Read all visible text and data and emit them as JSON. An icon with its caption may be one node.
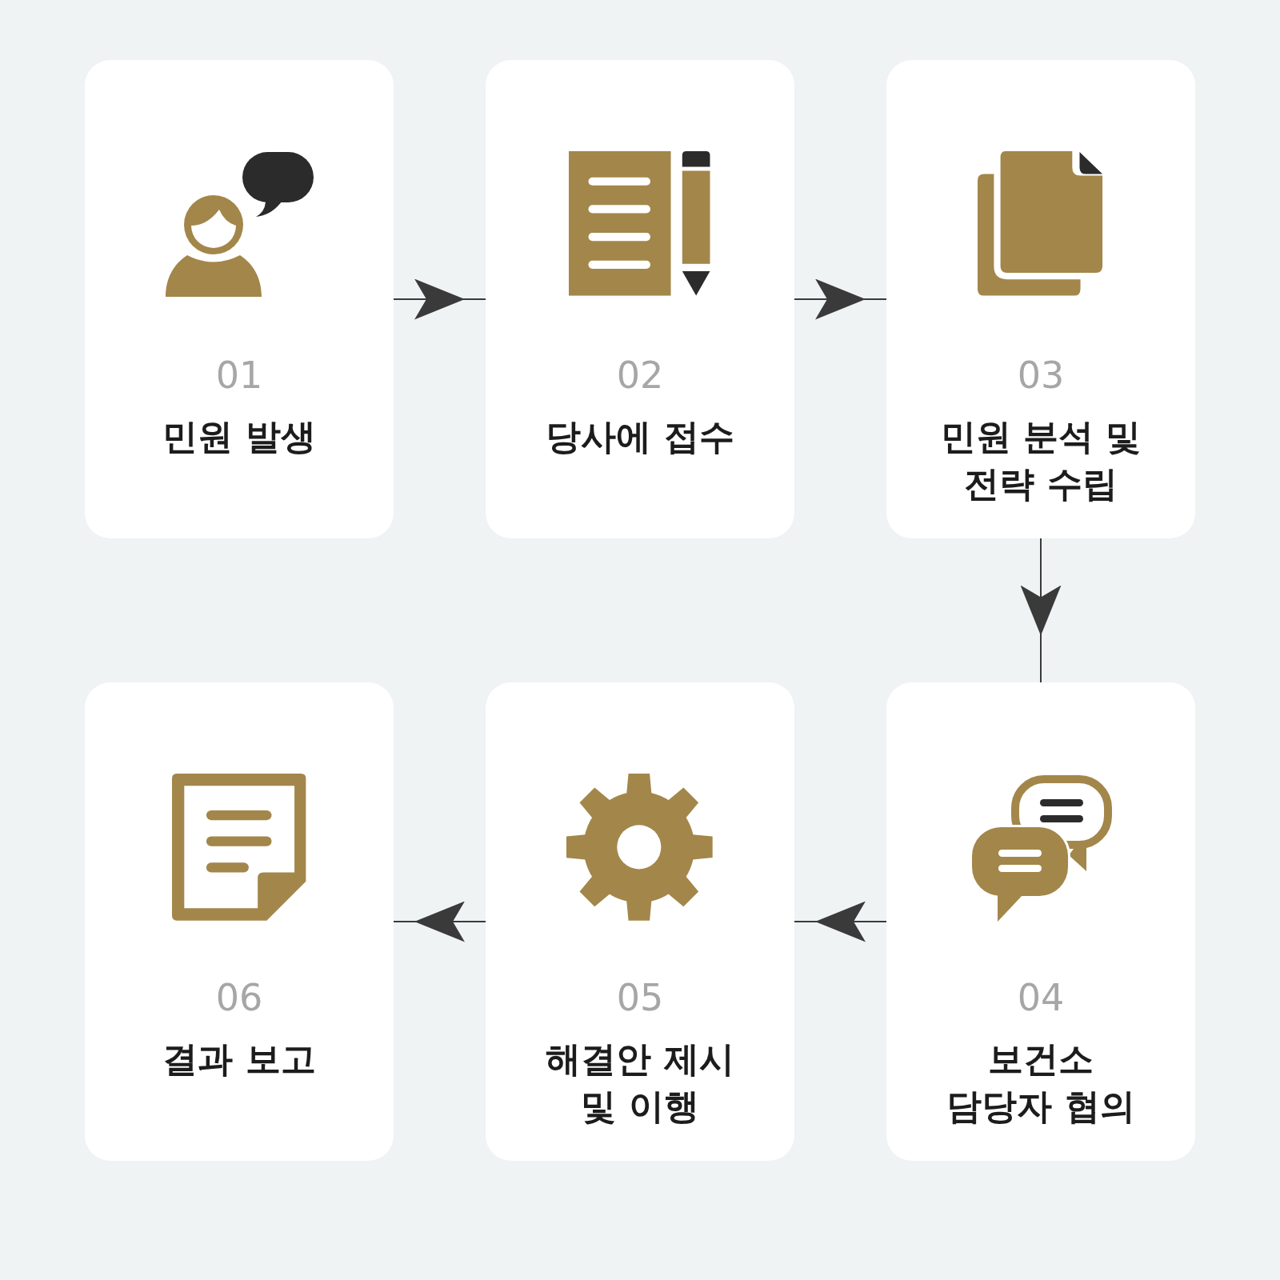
{
  "diagram": {
    "nodes": [
      {
        "text": [
          "01",
          "민원 발생"
        ]
      },
      {
        "text": [
          "02",
          "당사에 접수"
        ]
      },
      {
        "text": [
          "03",
          "민원 분석 및 전략 수립"
        ]
      },
      {
        "text": [
          "04",
          "보건소 담당자 협의"
        ]
      },
      {
        "text": [
          "05",
          "해결안 제시 및 이행"
        ]
      },
      {
        "text": [
          "06",
          "결과 보고"
        ]
      }
    ],
    "edges": [
      {
        "from": 0,
        "to": 1,
        "arrow": "to"
      },
      {
        "from": 1,
        "to": 2,
        "arrow": "to"
      },
      {
        "from": 2,
        "to": 3,
        "arrow": "to"
      },
      {
        "from": 3,
        "to": 4,
        "arrow": "to"
      },
      {
        "from": 4,
        "to": 5,
        "arrow": "to"
      }
    ]
  }
}
